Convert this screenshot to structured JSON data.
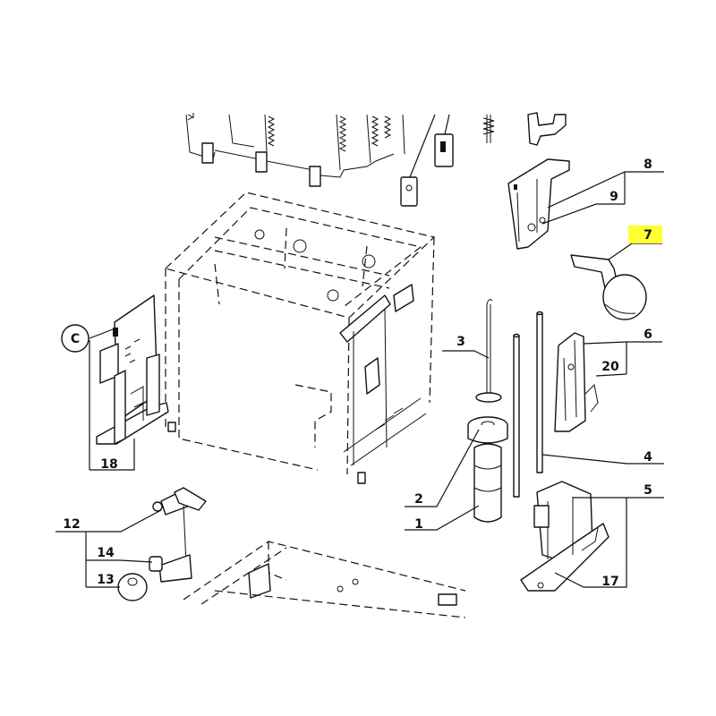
{
  "callouts": {
    "c1": "1",
    "c2": "2",
    "c3": "3",
    "c4": "4",
    "c5": "5",
    "c6": "6",
    "c7": "7",
    "c8": "8",
    "c9": "9",
    "c12": "12",
    "c13": "13",
    "c14": "14",
    "c17": "17",
    "c18": "18",
    "c20": "20",
    "cC": "C"
  },
  "highlight": {
    "callout": "7",
    "color": "#ffff33"
  },
  "colors": {
    "line": "#111111",
    "background": "#ffffff"
  }
}
